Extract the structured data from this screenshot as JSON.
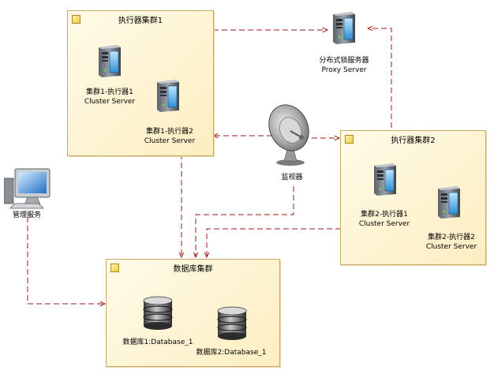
{
  "colors": {
    "connector": "#9e1b1b",
    "group_fill": "#fdf1c9",
    "group_border": "#c8a96a"
  },
  "groups": {
    "executor_cluster_1": {
      "title": "执行器集群1"
    },
    "executor_cluster_2": {
      "title": "执行器集群2"
    },
    "database_cluster": {
      "title": "数据库集群"
    }
  },
  "nodes": {
    "cluster1_executor1": {
      "name": "集群1-执行器1",
      "type": "Cluster Server",
      "icon": "server-tower-icon"
    },
    "cluster1_executor2": {
      "name": "集群1-执行器2",
      "type": "Cluster Server",
      "icon": "server-tower-icon"
    },
    "cluster2_executor1": {
      "name": "集群2-执行器1",
      "type": "Cluster Server",
      "icon": "server-tower-icon"
    },
    "cluster2_executor2": {
      "name": "集群2-执行器2",
      "type": "Cluster Server",
      "icon": "server-tower-icon"
    },
    "lock_server": {
      "name": "分布式锁服务器",
      "type": "Proxy Server",
      "icon": "server-tower-icon"
    },
    "monitor": {
      "name": "监视器",
      "icon": "satellite-dish-icon"
    },
    "admin_service": {
      "name": "管理服务",
      "icon": "desktop-computer-icon"
    },
    "database1": {
      "name": "数据库1:Database_1",
      "icon": "database-cylinder-icon"
    },
    "database2": {
      "name": "数据库2:Database_1",
      "icon": "database-cylinder-icon"
    }
  }
}
